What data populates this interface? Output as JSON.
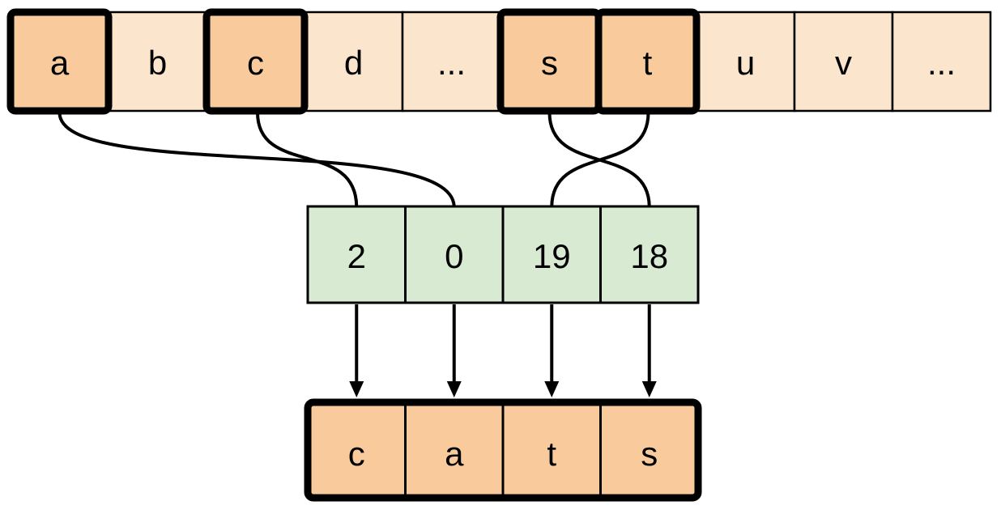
{
  "alphabet_array": {
    "cells": [
      {
        "label": "a",
        "highlighted": true
      },
      {
        "label": "b",
        "highlighted": false
      },
      {
        "label": "c",
        "highlighted": true
      },
      {
        "label": "d",
        "highlighted": false
      },
      {
        "label": "...",
        "highlighted": false
      },
      {
        "label": "s",
        "highlighted": true
      },
      {
        "label": "t",
        "highlighted": true
      },
      {
        "label": "u",
        "highlighted": false
      },
      {
        "label": "v",
        "highlighted": false
      },
      {
        "label": "...",
        "highlighted": false
      }
    ]
  },
  "index_array": {
    "cells": [
      {
        "value": "2"
      },
      {
        "value": "0"
      },
      {
        "value": "19"
      },
      {
        "value": "18"
      }
    ]
  },
  "output_array": {
    "cells": [
      {
        "letter": "c"
      },
      {
        "letter": "a"
      },
      {
        "letter": "t"
      },
      {
        "letter": "s"
      }
    ]
  },
  "mappings": {
    "letter_to_index": [
      {
        "from_letter": "a",
        "to_index_value": "0"
      },
      {
        "from_letter": "c",
        "to_index_value": "2"
      },
      {
        "from_letter": "s",
        "to_index_value": "18"
      },
      {
        "from_letter": "t",
        "to_index_value": "19"
      }
    ],
    "index_to_output": [
      {
        "from_index_value": "2",
        "to_letter": "c"
      },
      {
        "from_index_value": "0",
        "to_letter": "a"
      },
      {
        "from_index_value": "19",
        "to_letter": "t"
      },
      {
        "from_index_value": "18",
        "to_letter": "s"
      }
    ]
  },
  "colors": {
    "cell_default": "#fce5cd",
    "cell_highlight": "#f9cb9c",
    "index_fill": "#d9ead3",
    "border": "#000000",
    "background": "#ffffff"
  }
}
